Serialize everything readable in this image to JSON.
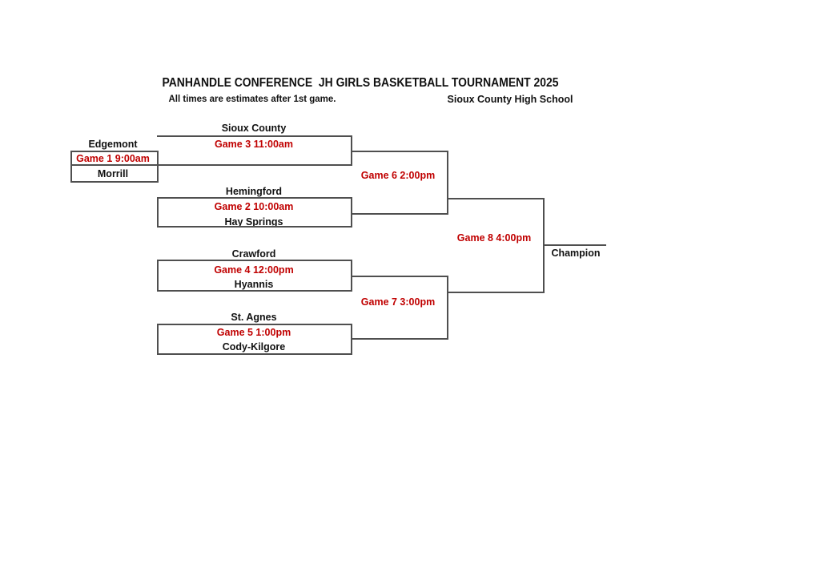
{
  "header": {
    "title": "PANHANDLE CONFERENCE  JH GIRLS BASKETBALL TOURNAMENT 2025",
    "note": "All times are estimates after 1st game.",
    "venue": "Sioux County High School"
  },
  "colors": {
    "game_time_red": "#c00000",
    "text_black": "#111111",
    "line_gray": "#4f4f4f",
    "page_background": "#ffffff"
  },
  "bracket": {
    "champion_label": "Champion",
    "games": {
      "game1": {
        "label": "Game 1 9:00am",
        "team_top": "Edgemont",
        "team_bottom": "Morrill"
      },
      "game2": {
        "label": "Game 2 10:00am",
        "team_top": "Hemingford",
        "team_bottom": "Hay Springs"
      },
      "game3": {
        "label": "Game 3 11:00am",
        "team_top": "Sioux County"
      },
      "game4": {
        "label": "Game 4 12:00pm",
        "team_top": "Crawford",
        "team_bottom": "Hyannis"
      },
      "game5": {
        "label": "Game 5 1:00pm",
        "team_top": "St. Agnes",
        "team_bottom": "Cody-Kilgore"
      },
      "game6": {
        "label": "Game 6 2:00pm"
      },
      "game7": {
        "label": "Game 7 3:00pm"
      },
      "game8": {
        "label": "Game 8 4:00pm"
      }
    }
  }
}
